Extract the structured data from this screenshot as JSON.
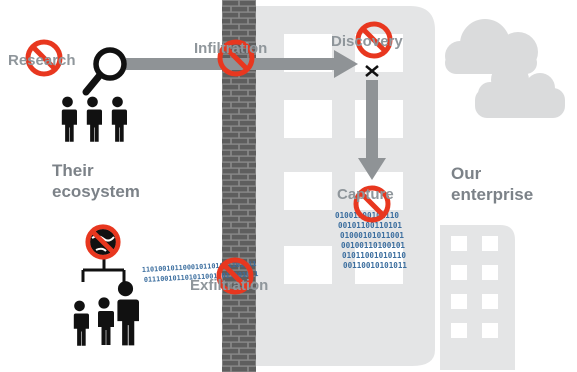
{
  "labels": {
    "research": "Research",
    "infiltration": "Infiltration",
    "discovery": "Discovery",
    "capture": "Capture",
    "exfiltration": "Exfiltration",
    "their_ecosystem": [
      "Their",
      "ecosystem"
    ],
    "our_enterprise": [
      "Our",
      "enterprise"
    ]
  },
  "binary": {
    "capture_lines": [
      "01001100101110",
      "00101100110101",
      "01000101011001",
      "00100110100101",
      "01011001010110",
      "00110010101011"
    ],
    "exfil_top": "1101001011000101101001101011",
    "exfil_bottom": "0111001011010110010011001011"
  },
  "colors": {
    "prohibit_red": "#e8371f",
    "arrow_gray": "#8f9396",
    "wall_gray": "#6f6f6f",
    "building_gray": "#e4e5e6",
    "binary_blue": "#3a6d9e",
    "cloud_gray": "#dadbdc",
    "people_black": "#111111"
  },
  "icons": [
    "magnifier-icon",
    "people-icon",
    "org-chart-icon",
    "prohibit-icon",
    "cloud-icon",
    "office-building-icon",
    "brick-wall-icon"
  ]
}
